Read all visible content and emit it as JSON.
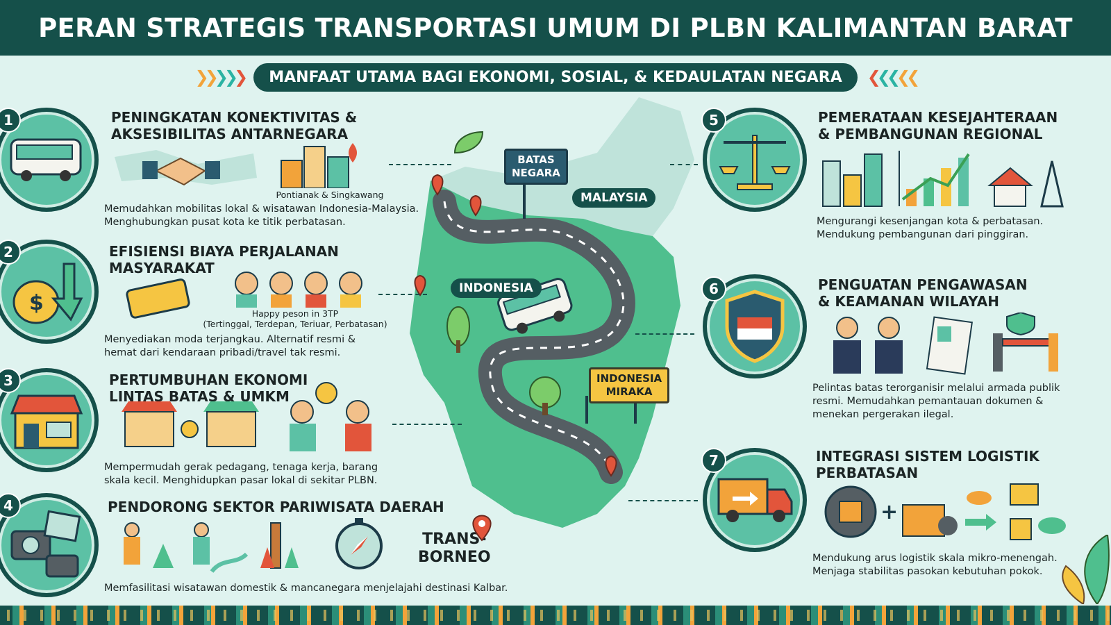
{
  "header": {
    "title": "PERAN STRATEGIS TRANSPORTASI UMUM DI PLBN KALIMANTAN BARAT"
  },
  "subtitle": "MANFAAT UTAMA BAGI EKONOMI, SOSIAL, & KEDAULATAN NEGARA",
  "colors": {
    "teal_dark": "#15504a",
    "teal": "#5cc1a5",
    "map_green": "#4fbf8e",
    "road": "#555e63",
    "accent_orange": "#f2a33a",
    "accent_red": "#e2553b",
    "bg": "#dff3ef"
  },
  "features": [
    {
      "num": "1",
      "title": "PENINGKATAN KONEKTIVITAS &\nAKSESIBILITAS ANTARNEGARA",
      "caption": "Pontianak & Singkawang",
      "desc": "Memudahkan mobilitas lokal & wisatawan Indonesia-Malaysia.\nMenghubungkan pusat kota ke titik perbatasan.",
      "icon": "bus-icon"
    },
    {
      "num": "2",
      "title": "EFISIENSI BIAYA PERJALANAN\nMASYARAKAT",
      "caption": "Happy peson in 3TP\n(Tertinggal, Terdepan, Teriuar, Perbatasan)",
      "desc": "Menyediakan moda terjangkau. Alternatif resmi &\nhemat dari kendaraan pribadi/travel tak resmi.",
      "icon": "money-bag-icon"
    },
    {
      "num": "3",
      "title": "PERTUMBUHAN EKONOMI\nLINTAS BATAS & UMKM",
      "desc": "Mempermudah gerak pedagang, tenaga kerja, barang\nskala kecil. Menghidupkan pasar lokal di sekitar PLBN.",
      "icon": "shop-icon"
    },
    {
      "num": "4",
      "title": "PENDORONG SEKTOR PARIWISATA DAERAH",
      "desc": "Memfasilitasi wisatawan domestik & mancanegara menjelajahi destinasi Kalbar.",
      "icon": "camera-icon"
    },
    {
      "num": "5",
      "title": "PEMERATAAN KESEJAHTERAAN\n& PEMBANGUNAN REGIONAL",
      "desc": "Mengurangi kesenjangan kota & perbatasan.\nMendukung pembangunan dari pinggiran.",
      "icon": "scale-icon"
    },
    {
      "num": "6",
      "title": "PENGUATAN PENGAWASAN\n& KEAMANAN WILAYAH",
      "desc": "Pelintas batas terorganisir melalui armada publik\nresmi. Memudahkan pemantauan dokumen &\nmenekan pergerakan ilegal.",
      "icon": "shield-icon"
    },
    {
      "num": "7",
      "title": "INTEGRASI SISTEM LOGISTIK\nPERBATASAN",
      "desc": "Mendukung arus logistik skala mikro-menengah.\nMenjaga stabilitas pasokan kebutuhan pokok.",
      "icon": "truck-icon"
    }
  ],
  "map": {
    "sign_border": "BATAS\nNEGARA",
    "label_malaysia": "MALAYSIA",
    "label_indonesia": "INDONESIA",
    "sign_indonesia": "INDONESIA\nMIRAKA",
    "trans_borneo": "TRANS-\nBORNEO"
  }
}
